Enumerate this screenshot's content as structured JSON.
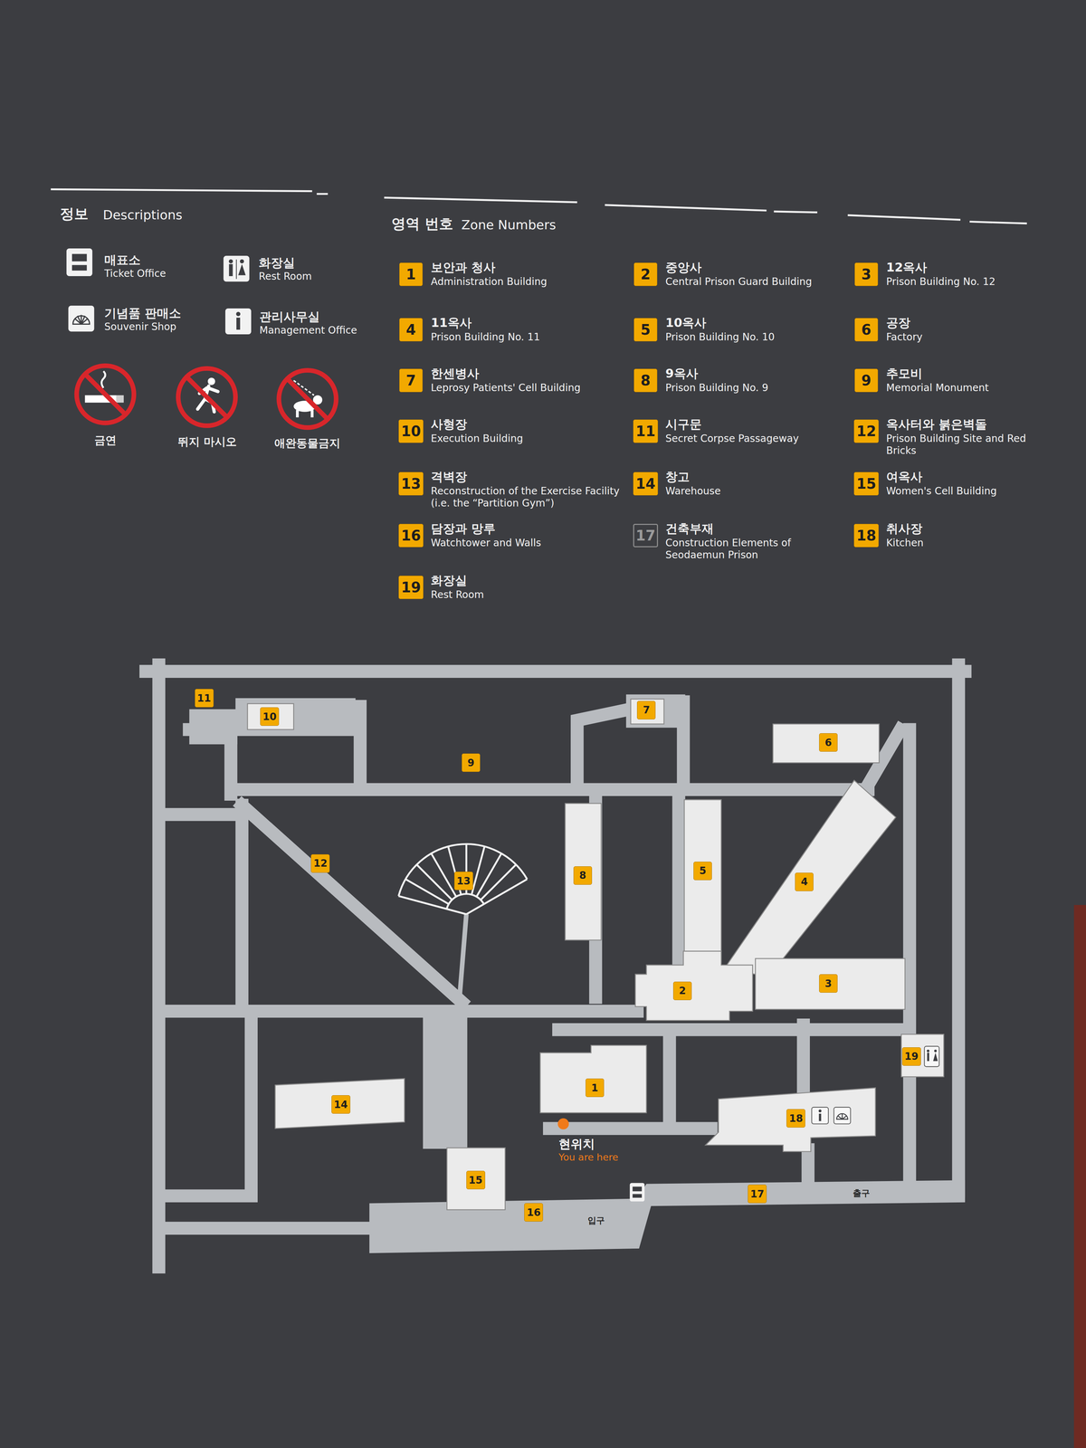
{
  "diagram": {
    "nodes": [
      {
        "text": [
          "1"
        ]
      },
      {
        "text": [
          "2"
        ]
      },
      {
        "text": [
          "3"
        ]
      },
      {
        "text": [
          "4"
        ]
      },
      {
        "text": [
          "5"
        ]
      },
      {
        "text": [
          "6"
        ]
      },
      {
        "text": [
          "7"
        ]
      },
      {
        "text": [
          "8"
        ]
      },
      {
        "text": [
          "9"
        ]
      },
      {
        "text": [
          "10"
        ]
      },
      {
        "text": [
          "11"
        ]
      },
      {
        "text": [
          "12"
        ]
      },
      {
        "text": [
          "13"
        ]
      },
      {
        "text": [
          "14"
        ]
      },
      {
        "text": [
          "15"
        ]
      },
      {
        "text": [
          "16"
        ]
      },
      {
        "text": [
          "17"
        ]
      },
      {
        "text": [
          "18"
        ]
      },
      {
        "text": [
          "19"
        ]
      },
      {
        "text": [
          "1"
        ]
      },
      {
        "text": [
          "2"
        ]
      },
      {
        "text": [
          "3"
        ]
      },
      {
        "text": [
          "4"
        ]
      },
      {
        "text": [
          "5"
        ]
      },
      {
        "text": [
          "6"
        ]
      },
      {
        "text": [
          "7"
        ]
      },
      {
        "text": [
          "8"
        ]
      },
      {
        "text": [
          "9"
        ]
      },
      {
        "text": [
          "10"
        ]
      },
      {
        "text": [
          "11"
        ]
      },
      {
        "text": [
          "12"
        ]
      },
      {
        "text": [
          "13"
        ]
      },
      {
        "text": [
          "14"
        ]
      },
      {
        "text": [
          "15"
        ]
      },
      {
        "text": [
          "16"
        ]
      },
      {
        "text": [
          "17"
        ]
      },
      {
        "text": [
          "18"
        ]
      },
      {
        "text": [
          "19"
        ]
      }
    ],
    "labels": [
      "정보",
      "Descriptions",
      "매표소",
      "Ticket Office",
      "화장실",
      "Rest Room",
      "기념품 판매소",
      "Souvenir Shop",
      "관리사무실",
      "Management Office",
      "금연",
      "뛰지 마시오",
      "애완동물금지",
      "영역 번호",
      "Zone Numbers",
      "보안과 청사",
      "Administration Building",
      "중앙사",
      "Central Prison Guard Building",
      "12옥사",
      "Prison Building No. 12",
      "11옥사",
      "Prison Building No. 11",
      "10옥사",
      "Prison Building No. 10",
      "공장",
      "Factory",
      "한센병사",
      "Leprosy Patients' Cell Building",
      "9옥사",
      "Prison Building No. 9",
      "추모비",
      "Memorial Monument",
      "사형장",
      "Execution Building",
      "시구문",
      "Secret Corpse Passageway",
      "옥사터와 붉은벽돌",
      "Prison Building Site and Red Bricks",
      "격벽장",
      "Reconstruction of the Exercise Facility (i.e. the “Partition Gym”)",
      "창고",
      "Warehouse",
      "여옥사",
      "Women's Cell Building",
      "담장과 망루",
      "Watchtower and Walls",
      "건축부재",
      "Construction Elements of Seodaemun Prison",
      "취사장",
      "Kitchen",
      "화장실",
      "Rest Room",
      "현위치",
      "You are here",
      "입구",
      "출구"
    ]
  }
}
